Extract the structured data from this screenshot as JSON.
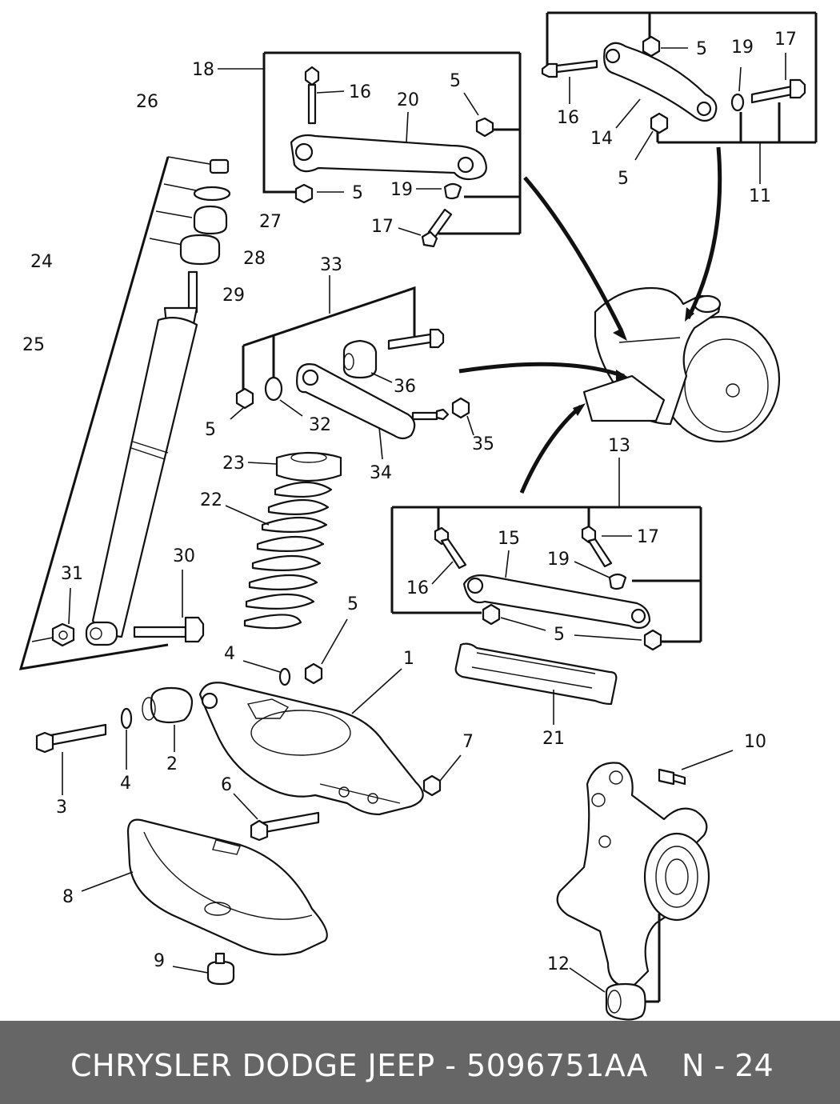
{
  "labels": {
    "l1": "1",
    "l2": "2",
    "l3": "3",
    "l4a": "4",
    "l4b": "4",
    "l5": "5",
    "l6": "6",
    "l7": "7",
    "l8": "8",
    "l9": "9",
    "l10": "10",
    "l11": "11",
    "l12": "12",
    "l13": "13",
    "l14": "14",
    "l15": "15",
    "l16": "16",
    "l17": "17",
    "l18": "18",
    "l19": "19",
    "l20": "20",
    "l21": "21",
    "l22": "22",
    "l23": "23",
    "l24": "24",
    "l25": "25",
    "l26": "26",
    "l27": "27",
    "l28": "28",
    "l29": "29",
    "l30": "30",
    "l31": "31",
    "l32": "32",
    "l33": "33",
    "l34": "34",
    "l35": "35",
    "l36": "36"
  },
  "footer": {
    "brand_part": "CHRYSLER DODGE JEEP - 5096751AA",
    "page": "N - 24"
  }
}
